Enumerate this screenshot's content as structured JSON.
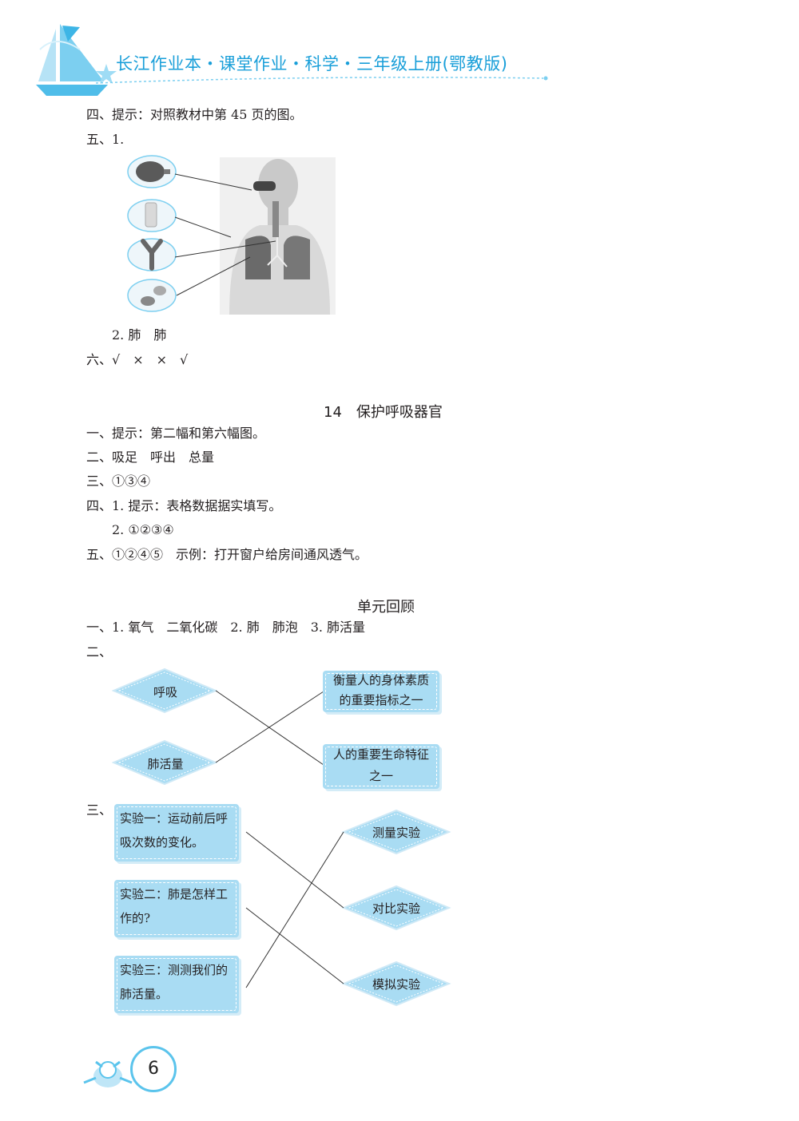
{
  "header": {
    "title": "长江作业本・课堂作业・科学・三年级上册(鄂教版)"
  },
  "prev_section": {
    "q4": "四、提示：对照教材中第 45 页的图。",
    "q5_label": "五、1.",
    "q5_2": "2. 肺　肺",
    "q6": "六、√　×　×　√"
  },
  "lesson14": {
    "title": "14　保护呼吸器官",
    "q1": "一、提示：第二幅和第六幅图。",
    "q2": "二、吸足　呼出　总量",
    "q3": "三、①③④",
    "q4_1": "四、1. 提示：表格数据据实填写。",
    "q4_2": "2. ①②③④",
    "q5": "五、①②④⑤　示例：打开窗户给房间通风透气。"
  },
  "review": {
    "title": "单元回顾",
    "q1": "一、1. 氧气　二氧化碳　2. 肺　肺泡　3. 肺活量",
    "q2_label": "二、",
    "q2_left": [
      "呼吸",
      "肺活量"
    ],
    "q2_right": [
      "衡量人的身体素质的重要指标之一",
      "人的重要生命特征之一"
    ],
    "q3_label": "三、",
    "q3_left": [
      "实验一：运动前后呼吸次数的变化。",
      "实验二：肺是怎样工作的?",
      "实验三：测测我们的肺活量。"
    ],
    "q3_right": [
      "测量实验",
      "对比实验",
      "模拟实验"
    ]
  },
  "footer": {
    "page_number": "6"
  },
  "colors": {
    "accent": "#1a9fd9",
    "box_fill": "#a9dcf3"
  },
  "icons": [
    "sailboat-icon",
    "star-icon",
    "mascot-icon",
    "lung-diagram"
  ]
}
